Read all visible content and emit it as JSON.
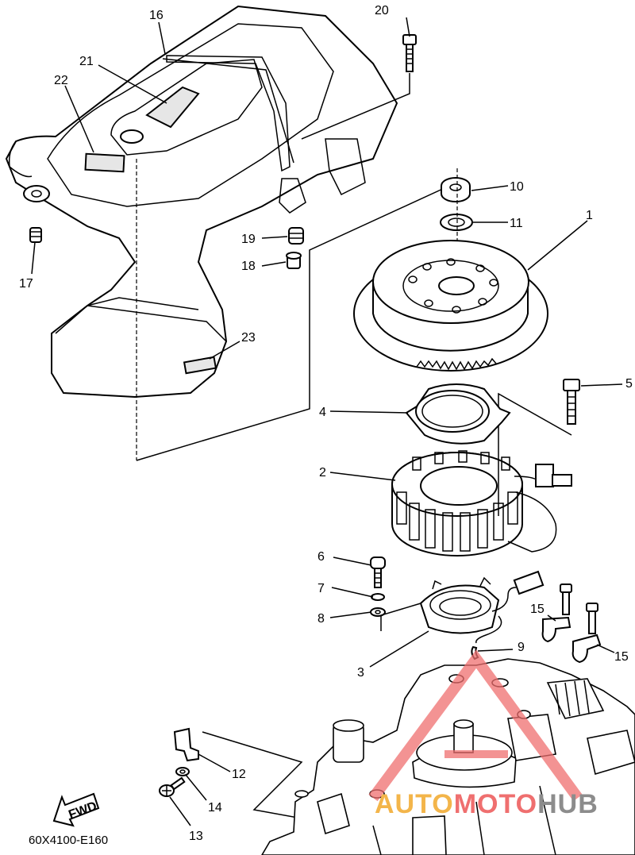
{
  "diagram": {
    "code": "60X4100-E160",
    "fwd_label": "FWD",
    "callouts": [
      {
        "id": "c1",
        "num": "1"
      },
      {
        "id": "c2",
        "num": "2"
      },
      {
        "id": "c3",
        "num": "3"
      },
      {
        "id": "c4",
        "num": "4"
      },
      {
        "id": "c5",
        "num": "5"
      },
      {
        "id": "c6",
        "num": "6"
      },
      {
        "id": "c7",
        "num": "7"
      },
      {
        "id": "c8",
        "num": "8"
      },
      {
        "id": "c9",
        "num": "9"
      },
      {
        "id": "c10",
        "num": "10"
      },
      {
        "id": "c11",
        "num": "11"
      },
      {
        "id": "c12",
        "num": "12"
      },
      {
        "id": "c13",
        "num": "13"
      },
      {
        "id": "c14",
        "num": "14"
      },
      {
        "id": "c15a",
        "num": "15"
      },
      {
        "id": "c15b",
        "num": "15"
      },
      {
        "id": "c16",
        "num": "16"
      },
      {
        "id": "c17",
        "num": "17"
      },
      {
        "id": "c18",
        "num": "18"
      },
      {
        "id": "c19",
        "num": "19"
      },
      {
        "id": "c20",
        "num": "20"
      },
      {
        "id": "c21",
        "num": "21"
      },
      {
        "id": "c22",
        "num": "22"
      },
      {
        "id": "c23",
        "num": "23"
      }
    ]
  },
  "watermark": {
    "part1": "AUTO",
    "part2": "MOTO",
    "part3": "HUB",
    "color_yellow": "#f3b54a",
    "color_red": "#ef6f6f",
    "color_grey": "#8c8c8c"
  }
}
